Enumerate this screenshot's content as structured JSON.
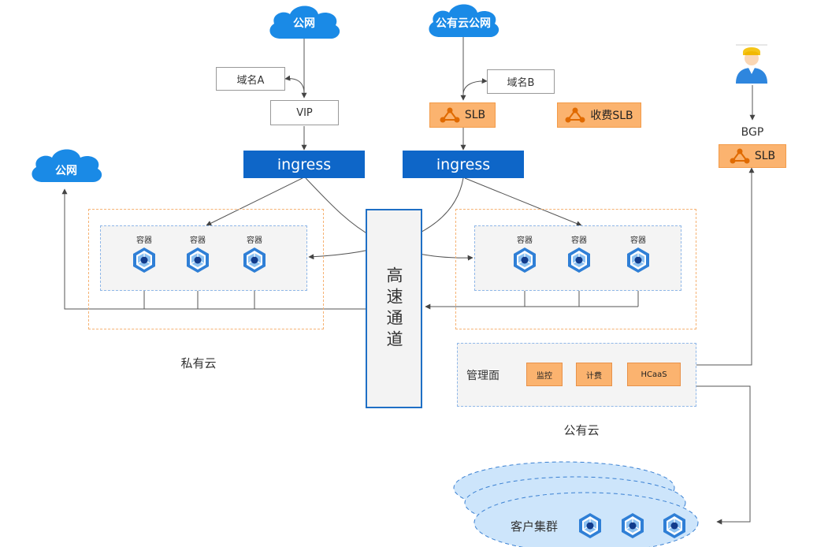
{
  "clouds": {
    "public_net_top": "公网",
    "public_cloud_net": "公有云公网",
    "public_net_left": "公网"
  },
  "labels": {
    "domain_a": "域名A",
    "domain_b": "域名B",
    "vip": "VIP",
    "ingress_left": "ingress",
    "ingress_right": "ingress",
    "slb_main": "SLB",
    "slb_paid": "收费SLB",
    "slb_bgp": "SLB",
    "bgp": "BGP",
    "private_cloud": "私有云",
    "public_cloud": "公有云",
    "tunnel": "高速通道",
    "mgmt_plane": "管理面",
    "monitor": "监控",
    "billing": "计费",
    "hcaas": "HCaaS",
    "customer_cluster": "客户集群"
  },
  "containers": {
    "left": [
      "容器",
      "容器",
      "容器"
    ],
    "right": [
      "容器",
      "容器",
      "容器"
    ]
  },
  "colors": {
    "cloud_blue": "#1a8ae6",
    "ingress_blue": "#0e66c8",
    "slb_orange": "#fbb36f",
    "dashed_orange": "#f6b273",
    "dashed_blue": "#8fb7e8",
    "cluster_fill": "#cde5fb"
  },
  "icons": [
    "cloud-icon",
    "slb-node-icon",
    "kubernetes-container-icon",
    "user-icon"
  ]
}
